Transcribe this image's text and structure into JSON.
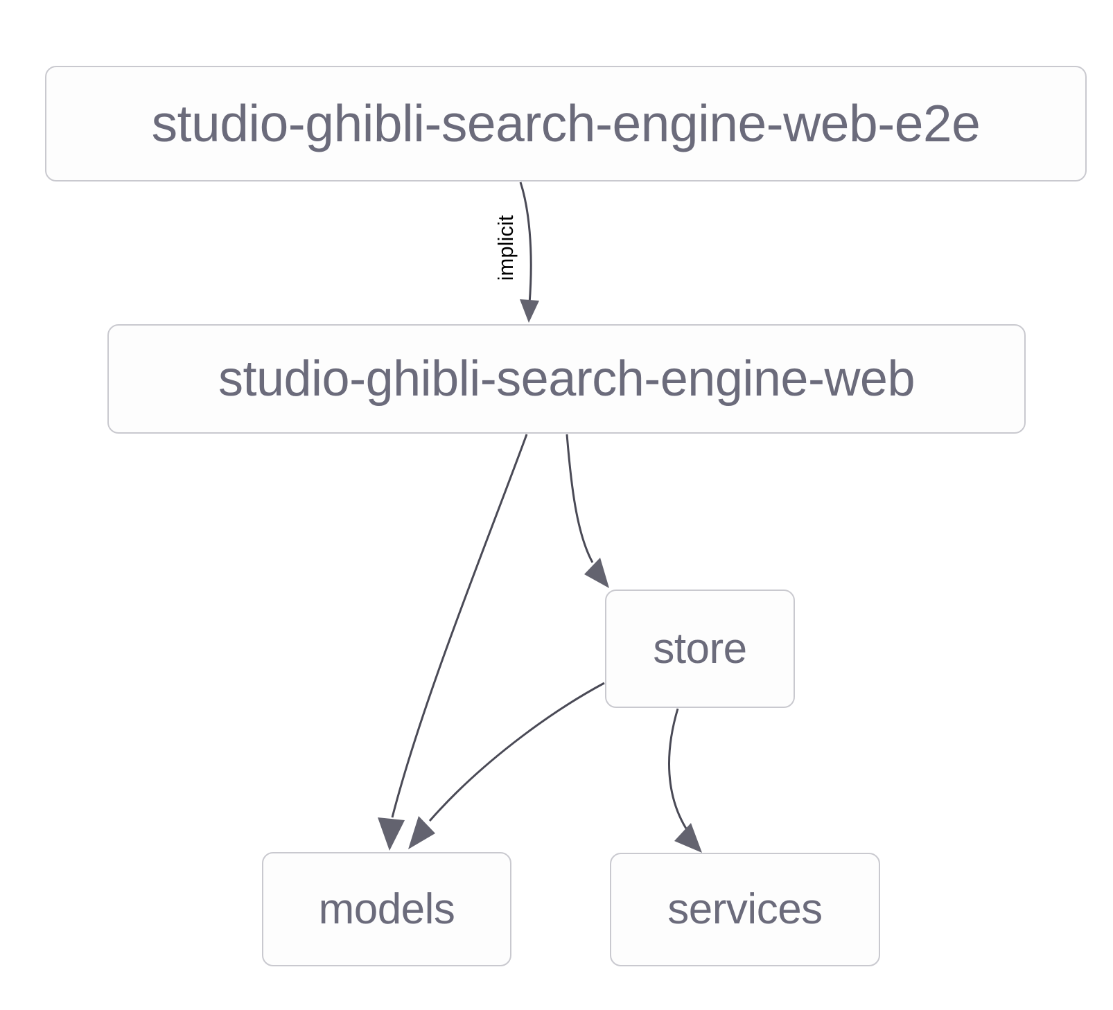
{
  "diagram": {
    "type": "directed-graph",
    "background_color": "#ffffff",
    "node_border_color": "#c9c9cf",
    "node_text_color": "#6b6b7b",
    "edge_color": "#4a4a56",
    "arrow_color": "#63636f",
    "edge_label_color": "#000000",
    "nodes": [
      {
        "id": "web-e2e",
        "label": "studio-ghibli-search-engine-web-e2e"
      },
      {
        "id": "web",
        "label": "studio-ghibli-search-engine-web"
      },
      {
        "id": "store",
        "label": "store"
      },
      {
        "id": "models",
        "label": "models"
      },
      {
        "id": "services",
        "label": "services"
      }
    ],
    "edges": [
      {
        "from": "web-e2e",
        "to": "web",
        "label": "implicit"
      },
      {
        "from": "web",
        "to": "models",
        "label": ""
      },
      {
        "from": "web",
        "to": "store",
        "label": ""
      },
      {
        "from": "store",
        "to": "models",
        "label": ""
      },
      {
        "from": "store",
        "to": "services",
        "label": ""
      }
    ]
  }
}
